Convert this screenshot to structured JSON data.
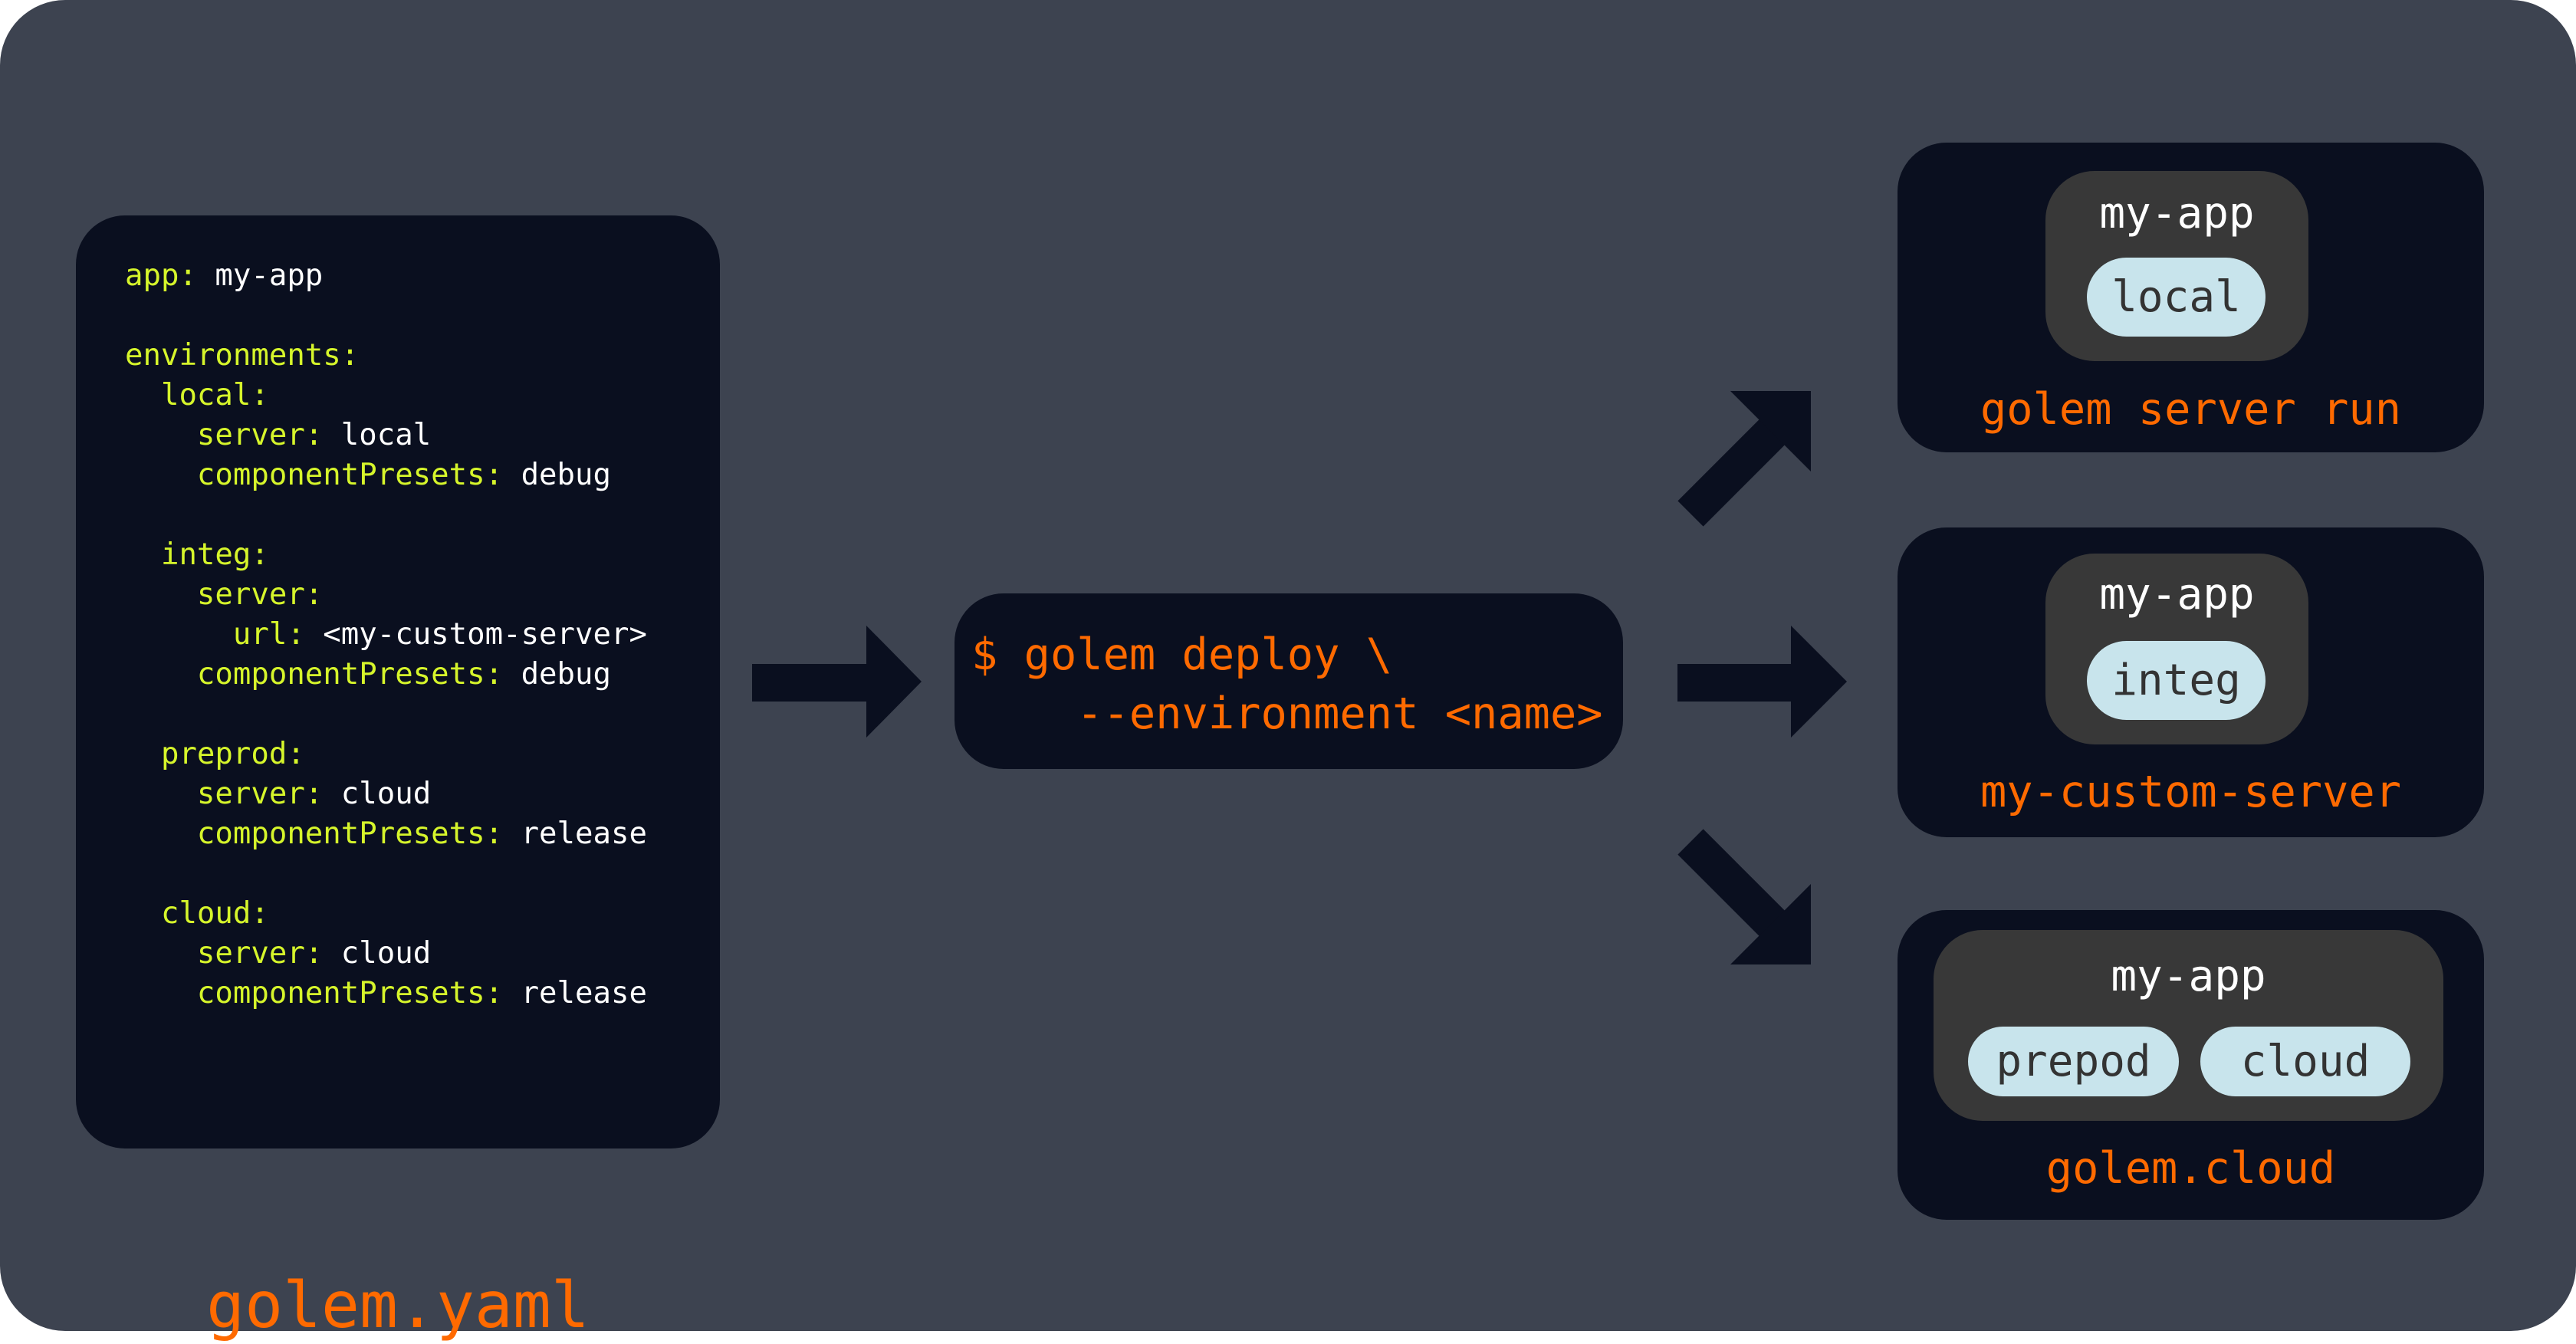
{
  "yaml_file": {
    "title": "golem.yaml",
    "lines": [
      {
        "indent": "",
        "key": "app:",
        "value": " my-app"
      },
      {
        "indent": "",
        "key": "",
        "value": ""
      },
      {
        "indent": "",
        "key": "environments:",
        "value": ""
      },
      {
        "indent": "  ",
        "key": "local:",
        "value": ""
      },
      {
        "indent": "    ",
        "key": "server:",
        "value": " local"
      },
      {
        "indent": "    ",
        "key": "componentPresets:",
        "value": " debug"
      },
      {
        "indent": "",
        "key": "",
        "value": ""
      },
      {
        "indent": "  ",
        "key": "integ:",
        "value": ""
      },
      {
        "indent": "    ",
        "key": "server:",
        "value": ""
      },
      {
        "indent": "      ",
        "key": "url:",
        "value": " <my-custom-server>"
      },
      {
        "indent": "    ",
        "key": "componentPresets:",
        "value": " debug"
      },
      {
        "indent": "",
        "key": "",
        "value": ""
      },
      {
        "indent": "  ",
        "key": "preprod:",
        "value": ""
      },
      {
        "indent": "    ",
        "key": "server:",
        "value": " cloud"
      },
      {
        "indent": "    ",
        "key": "componentPresets:",
        "value": " release"
      },
      {
        "indent": "",
        "key": "",
        "value": ""
      },
      {
        "indent": "  ",
        "key": "cloud:",
        "value": ""
      },
      {
        "indent": "    ",
        "key": "server:",
        "value": " cloud"
      },
      {
        "indent": "    ",
        "key": "componentPresets:",
        "value": " release"
      }
    ]
  },
  "command": {
    "line1": "$ golem deploy \\",
    "line2": "    --environment <name>"
  },
  "targets": [
    {
      "app": "my-app",
      "environments": [
        "local"
      ],
      "label": "golem server run"
    },
    {
      "app": "my-app",
      "environments": [
        "integ"
      ],
      "label": "my-custom-server"
    },
    {
      "app": "my-app",
      "environments": [
        "prepod",
        "cloud"
      ],
      "label": "golem.cloud"
    }
  ],
  "colors": {
    "background": "#3d4350",
    "panel": "#0a0f1f",
    "key": "#d6f52b",
    "accent": "#ff6a00",
    "app_box": "#383838",
    "env_pill": "#c8e4ec"
  }
}
